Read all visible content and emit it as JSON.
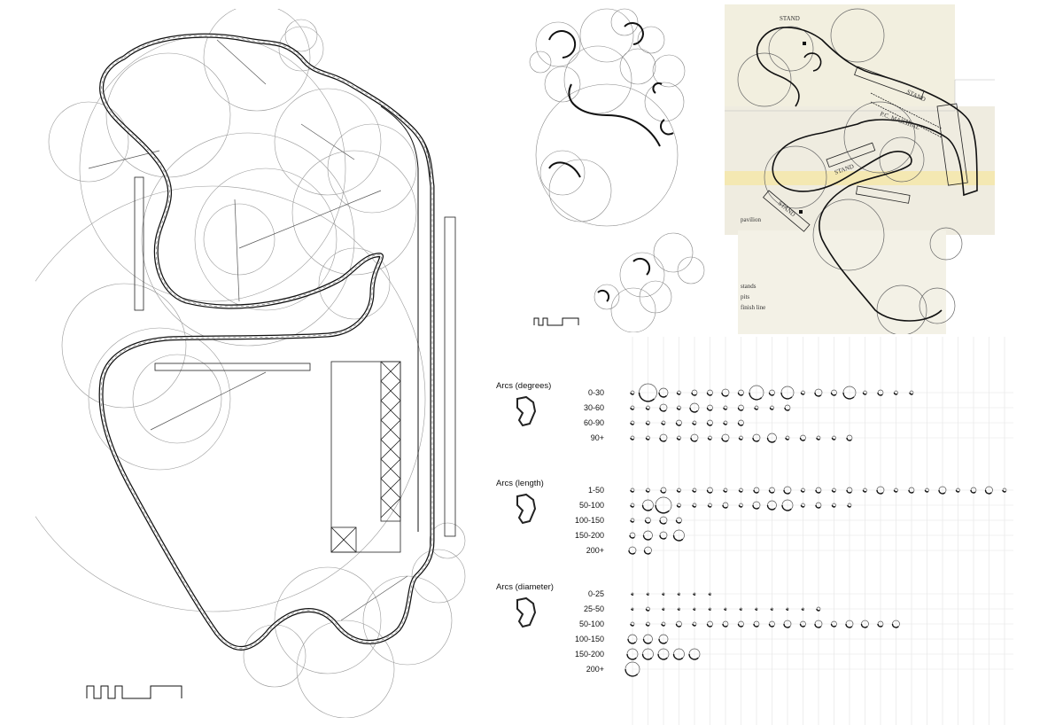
{
  "arc_groups": [
    {
      "title": "Arcs (degrees)",
      "rows": [
        {
          "label": "0-30",
          "sizes": [
            2,
            10,
            5,
            2,
            3,
            3,
            4,
            3,
            8,
            3,
            7,
            2,
            4,
            3,
            7,
            2,
            3,
            2,
            2
          ]
        },
        {
          "label": "30-60",
          "sizes": [
            2,
            2,
            4,
            2,
            5,
            3,
            2,
            3,
            2,
            2,
            3
          ]
        },
        {
          "label": "60-90",
          "sizes": [
            2,
            2,
            2,
            3,
            2,
            3,
            2,
            3
          ]
        },
        {
          "label": "90+",
          "sizes": [
            2,
            2,
            4,
            2,
            4,
            2,
            4,
            2,
            4,
            5,
            2,
            3,
            2,
            2,
            3
          ]
        }
      ]
    },
    {
      "title": "Arcs (length)",
      "rows": [
        {
          "label": "1-50",
          "sizes": [
            2,
            2,
            3,
            2,
            2,
            3,
            2,
            2,
            3,
            3,
            4,
            2,
            3,
            2,
            3,
            2,
            4,
            2,
            3,
            2,
            4,
            2,
            3,
            4,
            2,
            2
          ]
        },
        {
          "label": "50-100",
          "sizes": [
            2,
            6,
            9,
            2,
            2,
            2,
            3,
            2,
            4,
            5,
            6,
            2,
            3,
            2,
            2
          ]
        },
        {
          "label": "100-150",
          "sizes": [
            2,
            3,
            4,
            3
          ]
        },
        {
          "label": "150-200",
          "sizes": [
            3,
            5,
            4,
            6
          ]
        },
        {
          "label": "200+",
          "sizes": [
            4,
            4
          ]
        }
      ]
    },
    {
      "title": "Arcs (diameter)",
      "rows": [
        {
          "label": "0-25",
          "sizes": [
            1,
            1,
            1,
            1,
            1,
            1
          ]
        },
        {
          "label": "25-50",
          "sizes": [
            1,
            2,
            1,
            1,
            1,
            1,
            1,
            1,
            1,
            1,
            1,
            1,
            2
          ]
        },
        {
          "label": "50-100",
          "sizes": [
            2,
            2,
            2,
            3,
            2,
            3,
            3,
            3,
            3,
            3,
            4,
            3,
            4,
            3,
            4,
            4,
            3,
            4
          ]
        },
        {
          "label": "100-150",
          "sizes": [
            5,
            5,
            5
          ]
        },
        {
          "label": "150-200",
          "sizes": [
            6,
            6,
            6,
            6,
            6
          ]
        },
        {
          "label": "200+",
          "sizes": [
            8
          ]
        }
      ]
    }
  ],
  "sketch": {
    "labels": [
      "STAND",
      "STAND",
      "STAND",
      "STAND",
      "P.C. MARSHAL"
    ],
    "notes": [
      "pavilion",
      "stands",
      "pits",
      "finish line"
    ]
  }
}
